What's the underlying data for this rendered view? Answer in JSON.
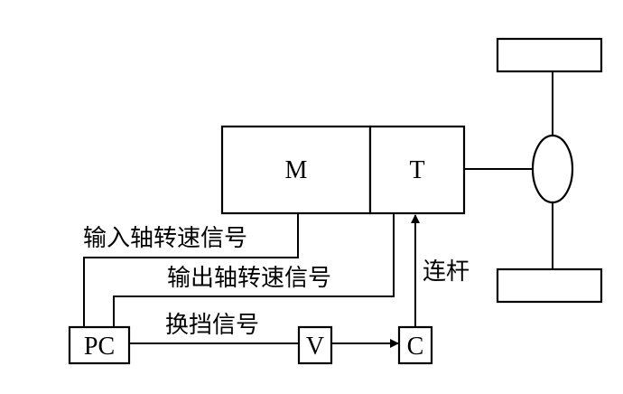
{
  "blocks": {
    "motor": "M",
    "transmission": "T",
    "controller": "PC",
    "valve": "V",
    "cylinder": "C"
  },
  "signals": {
    "input_shaft_speed": "输入轴转速信号",
    "output_shaft_speed": "输出轴转速信号",
    "shift_signal": "换挡信号",
    "linkage": "连杆"
  }
}
